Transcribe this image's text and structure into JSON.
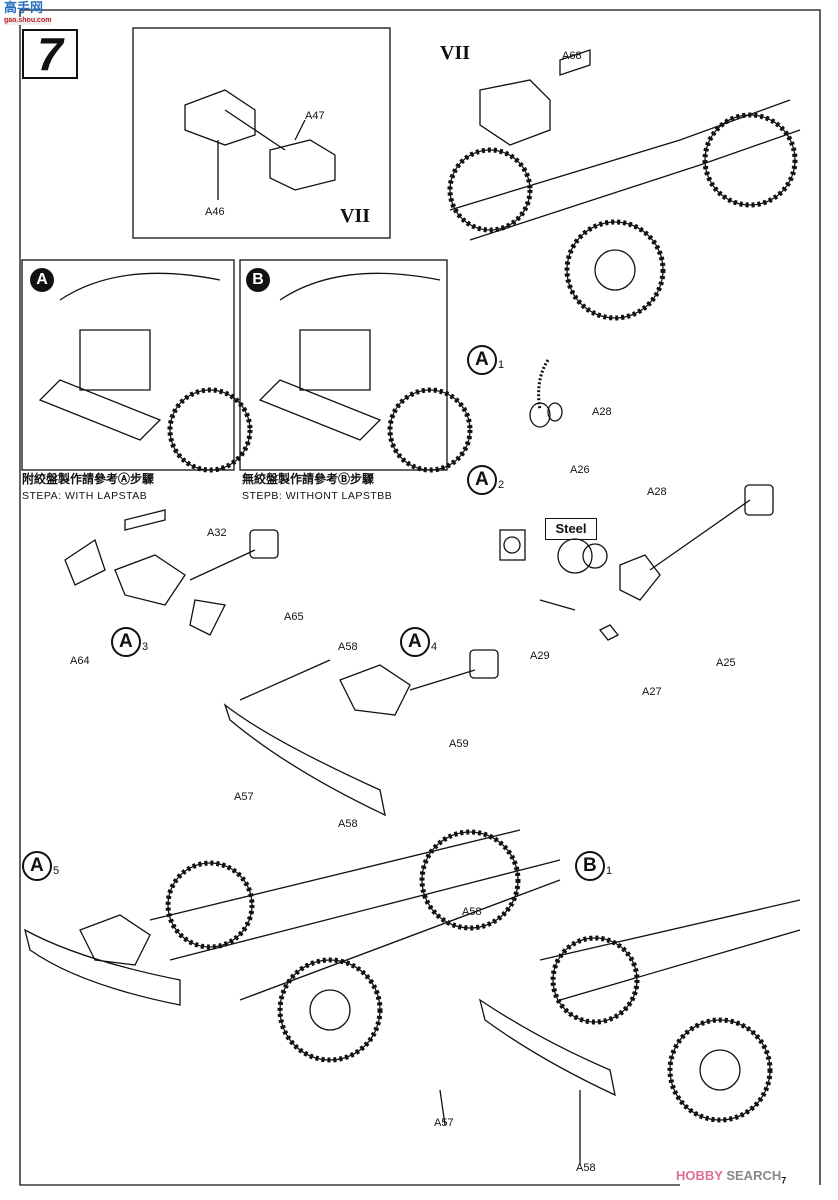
{
  "logo": {
    "text": "高手网",
    "sub": "gao.shou.com"
  },
  "step_number": "7",
  "top": {
    "label_a68": "A68",
    "roman": "VII"
  },
  "inset": {
    "a47": "A47",
    "a46": "A46",
    "roman": "VII"
  },
  "option_a": {
    "badge": "A",
    "caption_cn": "附絞盤製作請參考Ⓐ步驟",
    "caption_en": "STEPA: WITH LAPSTAB"
  },
  "option_b": {
    "badge": "B",
    "caption_cn": "無絞盤製作請參考Ⓑ步驟",
    "caption_en": "STEPB: WITHONT LAPSTBB"
  },
  "steps": {
    "a1": {
      "letter": "A",
      "num": "1"
    },
    "a2": {
      "letter": "A",
      "num": "2"
    },
    "a3": {
      "letter": "A",
      "num": "3"
    },
    "a4": {
      "letter": "A",
      "num": "4"
    },
    "a5": {
      "letter": "A",
      "num": "5"
    },
    "b1": {
      "letter": "B",
      "num": "1"
    }
  },
  "parts": {
    "a28_top": "A28",
    "a26": "A26",
    "a28": "A28",
    "steel": "Steel",
    "a32": "A32",
    "a65": "A65",
    "a64": "A64",
    "a29": "A29",
    "a25": "A25",
    "a27": "A27",
    "a58_a4": "A58",
    "a59": "A59",
    "a57_a4": "A57",
    "a58_a4_b": "A58",
    "a58_b1": "A58",
    "a57_b1": "A57",
    "a58_b1_b": "A58"
  },
  "watermark": {
    "brand": "HOBBY",
    "rest": "SEARCH",
    "page": "7"
  }
}
